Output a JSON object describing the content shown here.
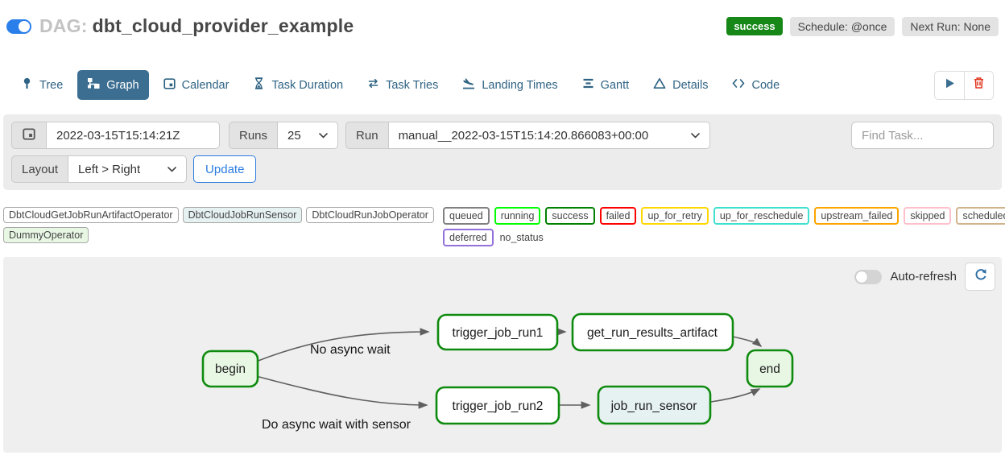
{
  "header": {
    "dag_prefix": "DAG:",
    "dag_id": "dbt_cloud_provider_example",
    "badges": {
      "status": "success",
      "schedule": "Schedule: @once",
      "next_run": "Next Run: None"
    }
  },
  "tabs": [
    {
      "label": "Tree"
    },
    {
      "label": "Graph",
      "active": true
    },
    {
      "label": "Calendar"
    },
    {
      "label": "Task Duration"
    },
    {
      "label": "Task Tries"
    },
    {
      "label": "Landing Times"
    },
    {
      "label": "Gantt"
    },
    {
      "label": "Details"
    },
    {
      "label": "Code"
    }
  ],
  "filters": {
    "base_date_value": "2022-03-15T15:14:21Z",
    "runs_label": "Runs",
    "runs_value": "25",
    "run_label": "Run",
    "run_value": "manual__2022-03-15T15:14:20.866083+00:00",
    "find_task_placeholder": "Find Task...",
    "layout_label": "Layout",
    "layout_value": "Left > Right",
    "update_label": "Update"
  },
  "legend": {
    "operators": [
      {
        "label": "DbtCloudGetJobRunArtifactOperator",
        "color": "#ffffff"
      },
      {
        "label": "DbtCloudJobRunSensor",
        "color": "#e6f1f2"
      },
      {
        "label": "DbtCloudRunJobOperator",
        "color": "#ffffff"
      },
      {
        "label": "DummyOperator",
        "color": "#e8f7e4"
      }
    ],
    "states": [
      {
        "label": "queued",
        "color": "#808080"
      },
      {
        "label": "running",
        "color": "#00ff00"
      },
      {
        "label": "success",
        "color": "#008000"
      },
      {
        "label": "failed",
        "color": "#ff0000"
      },
      {
        "label": "up_for_retry",
        "color": "#ffd700"
      },
      {
        "label": "up_for_reschedule",
        "color": "#40e0d0"
      },
      {
        "label": "upstream_failed",
        "color": "#ffa500"
      },
      {
        "label": "skipped",
        "color": "#ffc0cb"
      },
      {
        "label": "scheduled",
        "color": "#d2b48c"
      },
      {
        "label": "deferred",
        "color": "#9370db"
      },
      {
        "label": "no_status"
      }
    ]
  },
  "graph": {
    "auto_refresh_label": "Auto-refresh",
    "node_labels": {
      "begin": "begin",
      "trigger_job_run1": "trigger_job_run1",
      "get_run_results_artifact": "get_run_results_artifact",
      "end": "end",
      "trigger_job_run2": "trigger_job_run2",
      "job_run_sensor": "job_run_sensor"
    },
    "edge_labels": {
      "top": "No async wait",
      "bottom": "Do async wait with sensor"
    }
  },
  "colors": {
    "toggle_on": "#2a7fea",
    "active_tab_bg": "#3c6e91",
    "success_badge_bg": "#178717",
    "link_blue": "#2b7ce0",
    "danger_red": "#e0351b",
    "node_border_green": "#0e8b0e",
    "edge_gray": "#5f5f5f"
  }
}
